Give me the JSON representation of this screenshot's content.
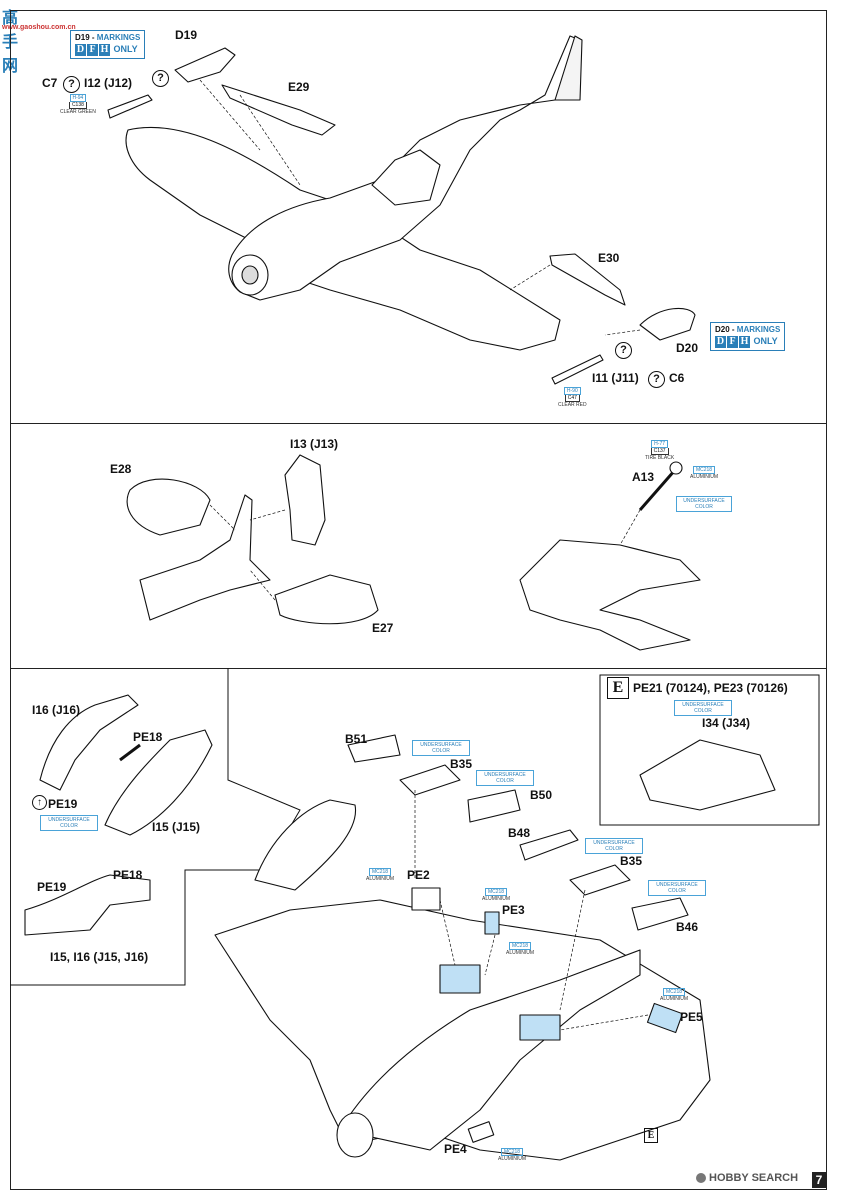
{
  "watermark": {
    "chars": "高手网",
    "url": "www.gaoshou.com.cn"
  },
  "footer": {
    "brand": "HOBBY SEARCH",
    "page_number": "7"
  },
  "panel1": {
    "markings_d19": {
      "prefix": "D19 - ",
      "word": "MARKINGS",
      "letters": [
        "D",
        "F",
        "H"
      ],
      "suffix": "ONLY"
    },
    "markings_d20": {
      "prefix": "D20 - ",
      "word": "MARKINGS",
      "letters": [
        "D",
        "F",
        "H"
      ],
      "suffix": "ONLY"
    },
    "labels": {
      "d19": "D19",
      "c7": "C7",
      "i12": "I12 (J12)",
      "e29": "E29",
      "e30": "E30",
      "d20": "D20",
      "i11": "I11 (J11)",
      "c6": "C6",
      "q": "?"
    },
    "paint_green": {
      "code1": "H-94",
      "code2": "C138",
      "name": "CLEAR GREEN"
    },
    "paint_red": {
      "code1": "H-90",
      "code2": "C47",
      "name": "CLEAR RED"
    }
  },
  "panel2": {
    "labels": {
      "e28": "E28",
      "i13": "I13 (J13)",
      "e27": "E27",
      "a13": "A13"
    },
    "paint_tire": {
      "code1": "H-77",
      "code2": "C137",
      "name": "TIRE BLACK"
    },
    "paint_alu": {
      "code1": "MC218",
      "name": "ALUMINIUM"
    },
    "underside": "UNDERSURFACE COLOR"
  },
  "panel3": {
    "labels": {
      "i16": "I16 (J16)",
      "pe18": "PE18",
      "pe19": "PE19",
      "i15": "I15 (J15)",
      "pe19b": "PE19",
      "pe18b": "PE18",
      "i15i16": "I15, I16 (J15, J16)",
      "b51": "B51",
      "b35": "B35",
      "b50": "B50",
      "b48": "B48",
      "b35b": "B35",
      "b46": "B46",
      "pe2": "PE2",
      "pe3": "PE3",
      "pe4": "PE4",
      "pe5": "PE5"
    },
    "inset": {
      "badge": "E",
      "title": "PE21 (70124), PE23 (70126)",
      "i34": "I34 (J34)"
    },
    "e_badge": "E",
    "underside": "UNDERSURFACE COLOR",
    "paint_alu": {
      "code1": "MC218",
      "name": "ALUMINIUM"
    }
  }
}
